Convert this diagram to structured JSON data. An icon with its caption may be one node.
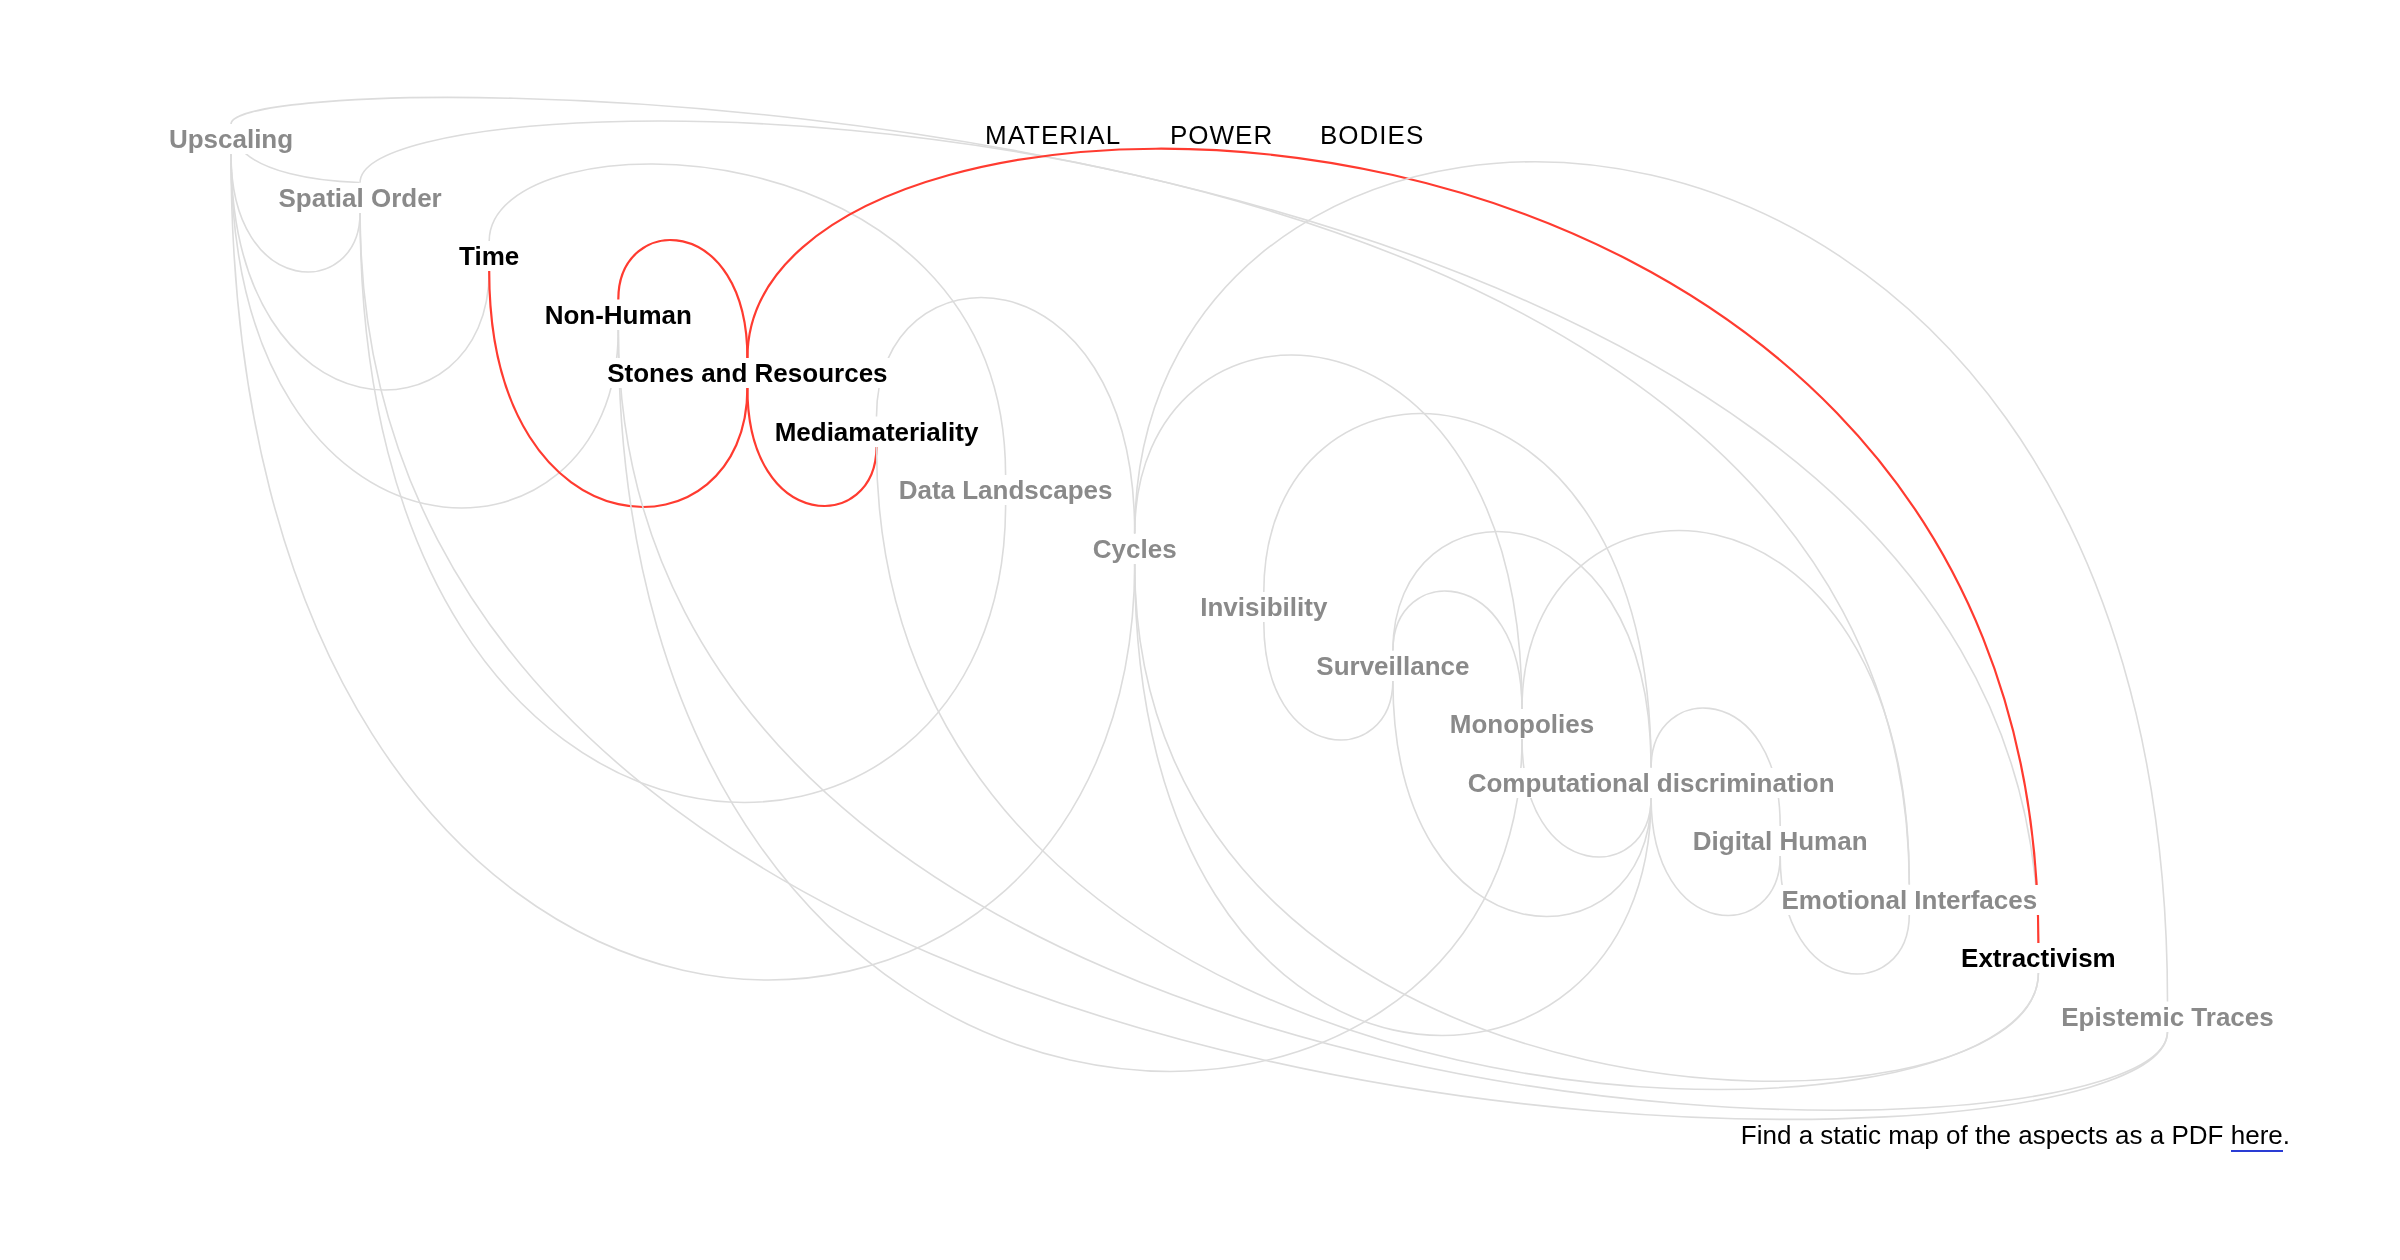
{
  "diagram": {
    "nodes": [
      {
        "text": [
          "Upscaling"
        ]
      },
      {
        "text": [
          "Spatial Order"
        ]
      },
      {
        "text": [
          "Time"
        ]
      },
      {
        "text": [
          "Non-Human"
        ]
      },
      {
        "text": [
          "Stones and Resources"
        ]
      },
      {
        "text": [
          "Mediamateriality"
        ]
      },
      {
        "text": [
          "Data Landscapes"
        ]
      },
      {
        "text": [
          "Cycles"
        ]
      },
      {
        "text": [
          "Invisibility"
        ]
      },
      {
        "text": [
          "Surveillance"
        ]
      },
      {
        "text": [
          "Monopolies"
        ]
      },
      {
        "text": [
          "Computational discrimination"
        ]
      },
      {
        "text": [
          "Digital Human"
        ]
      },
      {
        "text": [
          "Emotional Interfaces"
        ]
      },
      {
        "text": [
          "Extractivism"
        ]
      },
      {
        "text": [
          "Epistemic Traces"
        ]
      }
    ],
    "edges": [
      {
        "from": 0,
        "to": 1,
        "arrow": "none"
      },
      {
        "from": 0,
        "to": 1,
        "arrow": "none"
      },
      {
        "from": 0,
        "to": 2,
        "arrow": "none"
      },
      {
        "from": 0,
        "to": 3,
        "arrow": "none"
      },
      {
        "from": 0,
        "to": 7,
        "arrow": "none"
      },
      {
        "from": 0,
        "to": 14,
        "arrow": "none"
      },
      {
        "from": 1,
        "to": 6,
        "arrow": "none"
      },
      {
        "from": 1,
        "to": 13,
        "arrow": "none"
      },
      {
        "from": 1,
        "to": 15,
        "arrow": "none"
      },
      {
        "from": 2,
        "to": 4,
        "arrow": "none",
        "color": "#ff3b30"
      },
      {
        "from": 2,
        "to": 6,
        "arrow": "none"
      },
      {
        "from": 3,
        "to": 4,
        "arrow": "none",
        "color": "#ff3b30"
      },
      {
        "from": 3,
        "to": 10,
        "arrow": "none"
      },
      {
        "from": 3,
        "to": 15,
        "arrow": "none"
      },
      {
        "from": 4,
        "to": 5,
        "arrow": "none",
        "color": "#ff3b30"
      },
      {
        "from": 4,
        "to": 14,
        "arrow": "none",
        "color": "#ff3b30"
      },
      {
        "from": 5,
        "to": 7,
        "arrow": "none"
      },
      {
        "from": 5,
        "to": 14,
        "arrow": "none"
      },
      {
        "from": 7,
        "to": 10,
        "arrow": "none"
      },
      {
        "from": 7,
        "to": 11,
        "arrow": "none"
      },
      {
        "from": 7,
        "to": 14,
        "arrow": "none"
      },
      {
        "from": 7,
        "to": 15,
        "arrow": "none"
      },
      {
        "from": 8,
        "to": 9,
        "arrow": "none"
      },
      {
        "from": 8,
        "to": 11,
        "arrow": "none"
      },
      {
        "from": 9,
        "to": 10,
        "arrow": "none"
      },
      {
        "from": 9,
        "to": 11,
        "arrow": "none"
      },
      {
        "from": 9,
        "to": 11,
        "arrow": "none"
      },
      {
        "from": 10,
        "to": 11,
        "arrow": "none"
      },
      {
        "from": 10,
        "to": 13,
        "arrow": "none"
      },
      {
        "from": 11,
        "to": 12,
        "arrow": "none"
      },
      {
        "from": 11,
        "to": 12,
        "arrow": "none"
      },
      {
        "from": 12,
        "to": 13,
        "arrow": "none"
      }
    ],
    "labels": [
      "MATERIAL",
      "POWER",
      "BODIES",
      "Find a static map of the aspects as a PDF here."
    ]
  }
}
